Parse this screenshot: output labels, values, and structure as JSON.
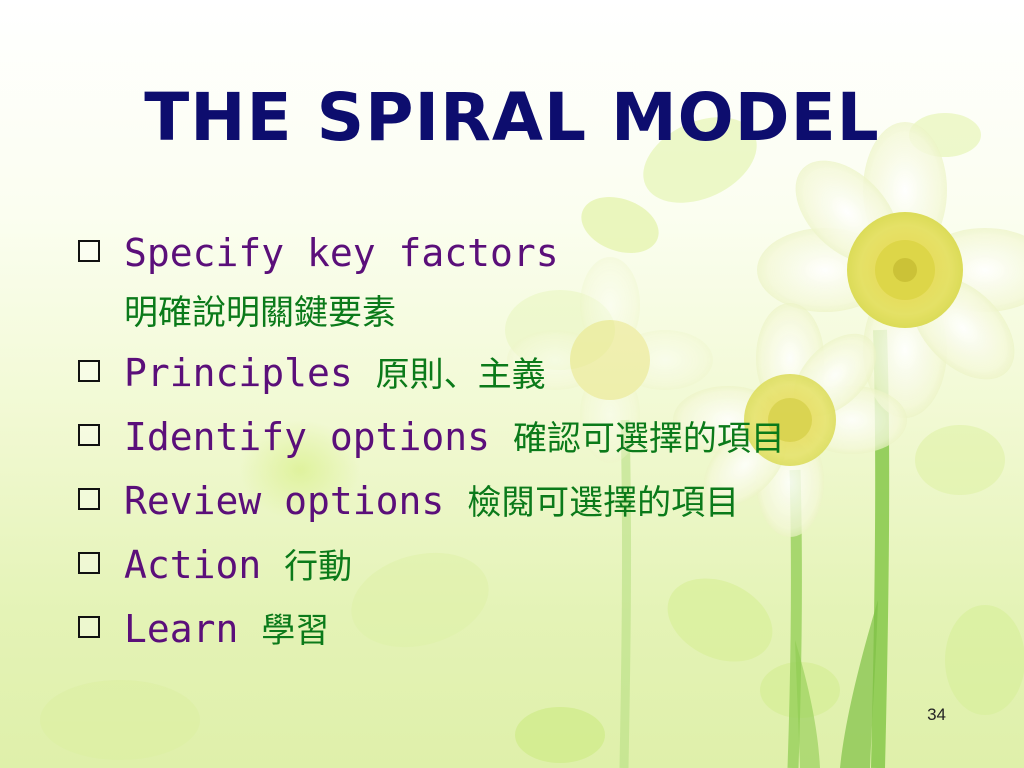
{
  "slide": {
    "title": "THE SPIRAL MODEL",
    "page_number": "34",
    "bullets": [
      {
        "en": "Specify key factors",
        "zh": "明確說明關鍵要素"
      },
      {
        "en": "Principles",
        "zh": "原則、主義"
      },
      {
        "en": "Identify options",
        "zh": "確認可選擇的項目"
      },
      {
        "en": "Review options",
        "zh": "檢閱可選擇的項目"
      },
      {
        "en": "Action",
        "zh": "行動"
      },
      {
        "en": "Learn",
        "zh": "學習"
      }
    ]
  },
  "colors": {
    "title": "#0d0d6e",
    "bullet_english": "#5b0f7a",
    "bullet_chinese": "#0b7a1a",
    "background": "#e4f3b6"
  },
  "icons": {
    "bullet_marker": "hollow-square-icon",
    "decoration": "daffodil-flowers"
  }
}
